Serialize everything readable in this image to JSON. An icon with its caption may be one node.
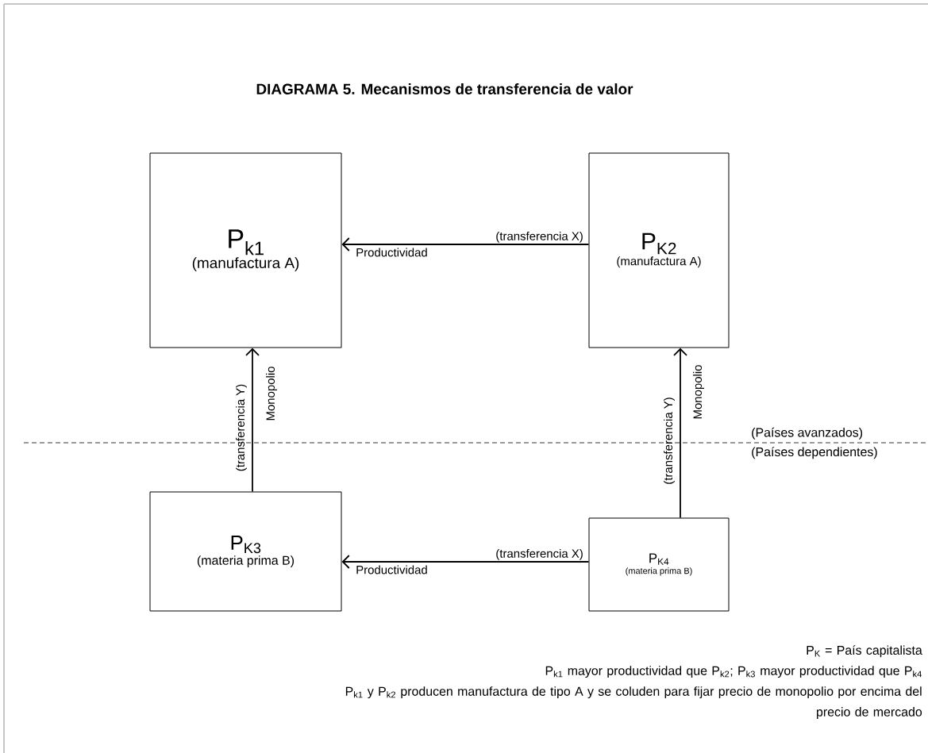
{
  "diagram": {
    "title": "DIAGRAMA 5. Mecanismos de transferencia de valor",
    "nodes": [
      {
        "text": [
          "P$_{k1}$",
          "(manufactura A)"
        ]
      },
      {
        "text": [
          "P$_{K2}$",
          "(manufactura A)"
        ]
      },
      {
        "text": [
          "P$_{K3}$",
          "(materia prima B)"
        ]
      },
      {
        "text": [
          "P$_{K4}$",
          "(materia  prima B)"
        ]
      }
    ],
    "edges": [
      {
        "from": 1,
        "to": 0,
        "arrow": "to",
        "label": "(transferencia X)"
      },
      {
        "from": 2,
        "to": 0,
        "arrow": "to",
        "label": "(transferencia Y)"
      },
      {
        "from": 3,
        "to": 1,
        "arrow": "to",
        "label": "(transferencia Y)"
      },
      {
        "from": 3,
        "to": 2,
        "arrow": "to",
        "label": "(transferencia X)"
      }
    ],
    "labels": [
      "Productividad",
      "Monopolio",
      "Monopolio",
      "(Países avanzados)",
      "(Países dependientes)",
      "Productividad",
      "P$_{K}$ = País capitalista",
      "P$_{k1}$ mayor productividad que P$_{k2}$; P$_{k3}$ mayor productividad que P$_{k4}$",
      "P$_{k1}$ y P$_{k2}$ producen manufactura de tipo A y se coluden para fijar precio de monopolio por encima del precio de mercado"
    ]
  }
}
